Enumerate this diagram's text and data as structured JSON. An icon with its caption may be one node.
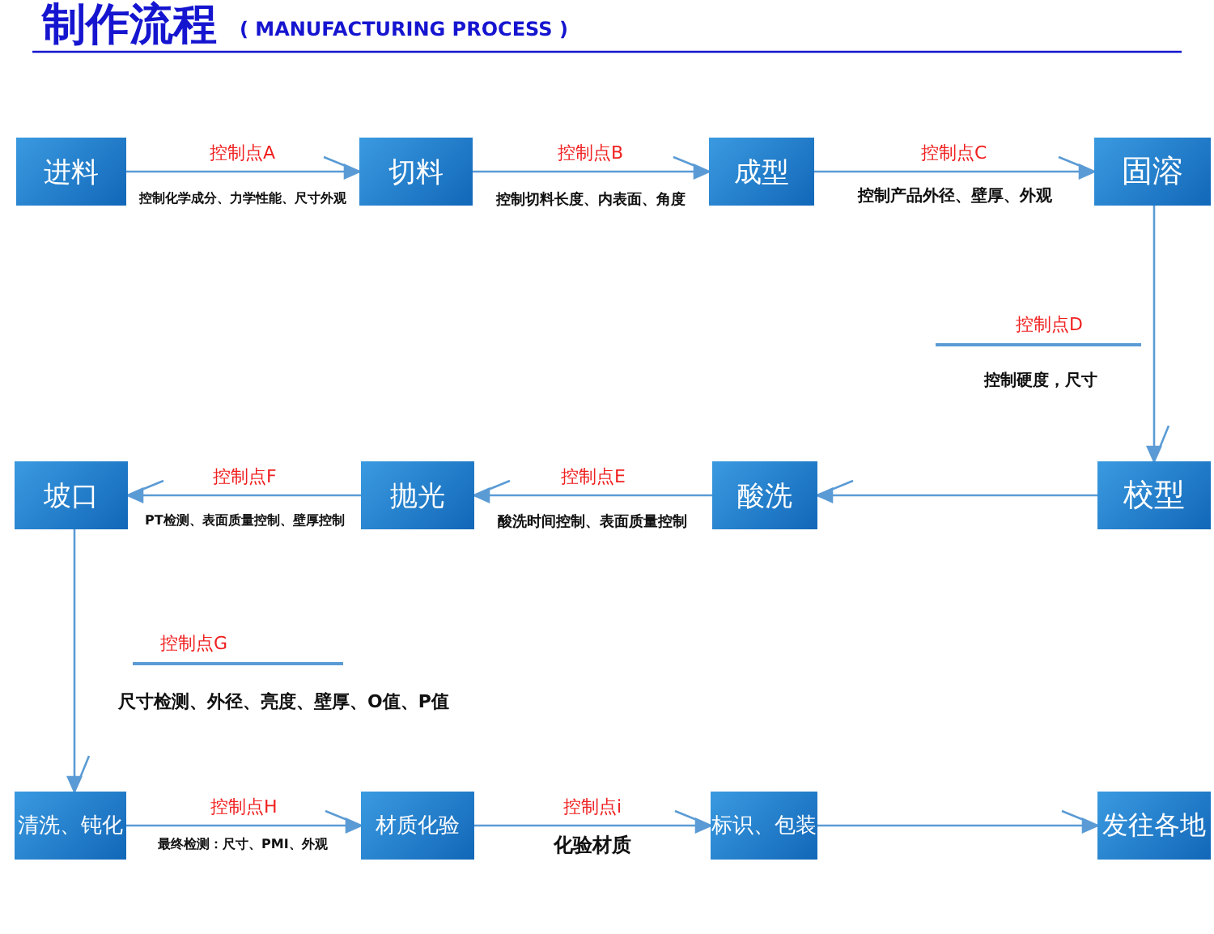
{
  "diagram": {
    "title": "制作流程",
    "nodes": [
      {
        "text": [
          "进料"
        ]
      },
      {
        "text": [
          "切料"
        ]
      },
      {
        "text": [
          "成型"
        ]
      },
      {
        "text": [
          "固溶"
        ]
      },
      {
        "text": [
          "校型"
        ]
      },
      {
        "text": [
          "酸洗"
        ]
      },
      {
        "text": [
          "抛光"
        ]
      },
      {
        "text": [
          "坡口"
        ]
      },
      {
        "text": [
          "清洗、钝化"
        ]
      },
      {
        "text": [
          "材质化验"
        ]
      },
      {
        "text": [
          "标识、包装"
        ]
      },
      {
        "text": [
          "发往各地"
        ]
      }
    ],
    "edges": [
      {
        "from": 0,
        "to": 1,
        "arrow": "to",
        "label": "控制点A"
      },
      {
        "from": 1,
        "to": 2,
        "arrow": "to",
        "label": "控制点B"
      },
      {
        "from": 2,
        "to": 3,
        "arrow": "to",
        "label": "控制点C"
      },
      {
        "from": 3,
        "to": 4,
        "arrow": "to",
        "label": "控制点D"
      },
      {
        "from": 4,
        "to": 5,
        "arrow": "to"
      },
      {
        "from": 5,
        "to": 6,
        "arrow": "to",
        "label": "控制点E"
      },
      {
        "from": 6,
        "to": 7,
        "arrow": "to",
        "label": "控制点F"
      },
      {
        "from": 7,
        "to": 8,
        "arrow": "to",
        "label": "控制点G"
      },
      {
        "from": 8,
        "to": 9,
        "arrow": "to",
        "label": "控制点H"
      },
      {
        "from": 9,
        "to": 10,
        "arrow": "to",
        "label": "控制点i"
      },
      {
        "from": 10,
        "to": 11,
        "arrow": "to"
      }
    ],
    "labels": [
      "( MANUFACTURING PROCESS )",
      "控制化学成分、力学性能、尺寸外观",
      "控制切料长度、内表面、角度",
      "控制产品外径、壁厚、外观",
      "控制硬度，尺寸",
      "酸洗时间控制、表面质量控制",
      "PT检测、表面质量控制、壁厚控制",
      "尺寸检测、外径、亮度、壁厚、O值、P值",
      "最终检测：尺寸、PMI、外观",
      "化验材质"
    ]
  }
}
